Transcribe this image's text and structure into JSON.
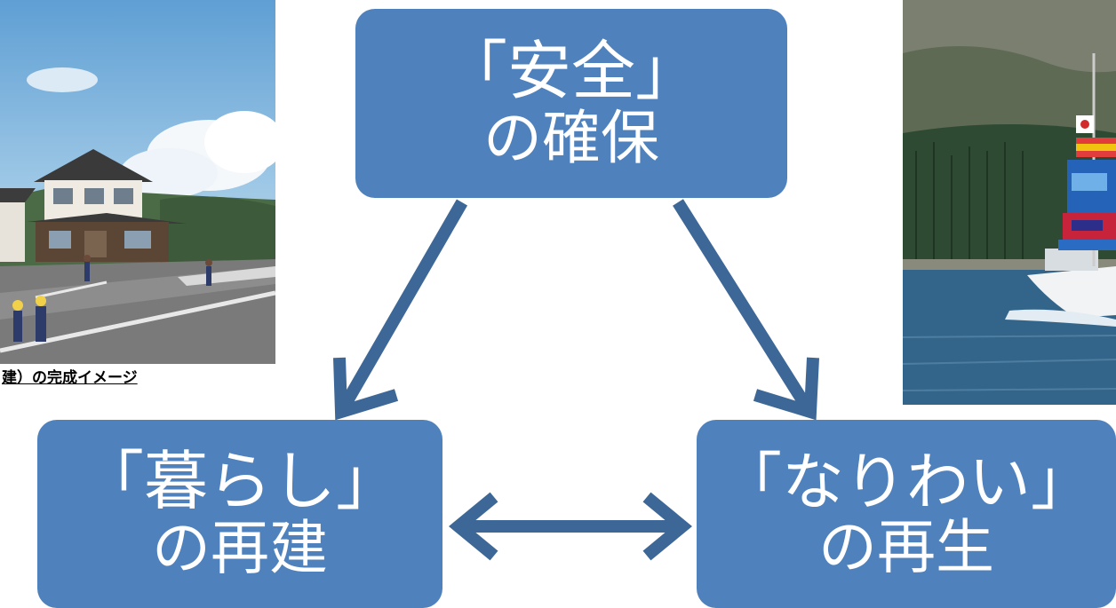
{
  "diagram": {
    "box_color": "#4f81bd",
    "arrow_color": "#3d6797",
    "top_box": {
      "line1": "「安全」",
      "line2": "の確保"
    },
    "left_box": {
      "line1": "「暮らし」",
      "line2": "の再建"
    },
    "right_box": {
      "line1": "「なりわい」",
      "line2": "の再生"
    }
  },
  "photos": {
    "left_caption": "建）の完成イメージ",
    "left_icon": "house-rendering-image",
    "right_icon": "fishing-boat-photo"
  }
}
